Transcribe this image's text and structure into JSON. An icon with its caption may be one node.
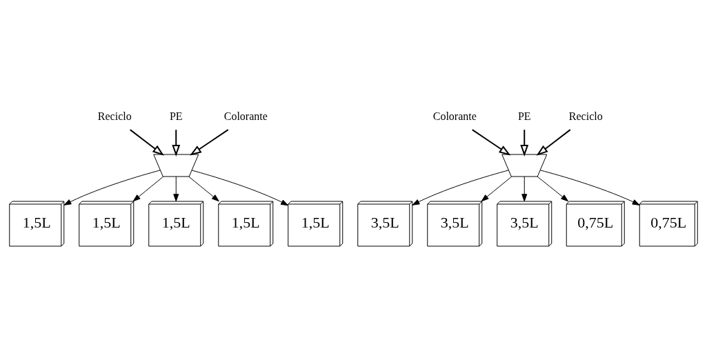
{
  "diagram": {
    "nodes": [
      {
        "text": [
          "Reciclo"
        ]
      },
      {
        "text": [
          "PE"
        ]
      },
      {
        "text": [
          "Colorante"
        ]
      },
      {
        "text": [],
        "shape": "trapezoid"
      },
      {
        "text": [
          "Colorante"
        ]
      },
      {
        "text": [
          "PE"
        ]
      },
      {
        "text": [
          "Reciclo"
        ]
      },
      {
        "text": [
          "1,5L"
        ]
      },
      {
        "text": [
          "1,5L"
        ]
      },
      {
        "text": [
          "1,5L"
        ]
      },
      {
        "text": [
          "1,5L"
        ]
      },
      {
        "text": [
          "1,5L"
        ]
      },
      {
        "text": [],
        "shape": "trapezoid"
      },
      {
        "text": [
          "3,5L"
        ]
      },
      {
        "text": [
          "3,5L"
        ]
      },
      {
        "text": [
          "3,5L"
        ]
      },
      {
        "text": [
          "0,75L"
        ]
      },
      {
        "text": [
          "0,75L"
        ]
      }
    ],
    "edges": [
      {
        "from": 1,
        "to": 3,
        "arrow": "to"
      },
      {
        "from": 0,
        "to": 3,
        "arrow": "to"
      },
      {
        "from": 2,
        "to": 3,
        "arrow": "to"
      },
      {
        "from": 3,
        "to": 7,
        "arrow": "to"
      },
      {
        "from": 3,
        "to": 8,
        "arrow": "to"
      },
      {
        "from": 3,
        "to": 9,
        "arrow": "to"
      },
      {
        "from": 3,
        "to": 10,
        "arrow": "to"
      },
      {
        "from": 3,
        "to": 11,
        "arrow": "to"
      },
      {
        "from": 6,
        "to": 12,
        "arrow": "to"
      },
      {
        "from": 5,
        "to": 12,
        "arrow": "to"
      },
      {
        "from": 4,
        "to": 12,
        "arrow": "to"
      },
      {
        "from": 12,
        "to": 13,
        "arrow": "to"
      },
      {
        "from": 12,
        "to": 14,
        "arrow": "to"
      },
      {
        "from": 12,
        "to": 15,
        "arrow": "to"
      },
      {
        "from": 12,
        "to": 16,
        "arrow": "to"
      },
      {
        "from": 12,
        "to": 17,
        "arrow": "to"
      }
    ]
  }
}
